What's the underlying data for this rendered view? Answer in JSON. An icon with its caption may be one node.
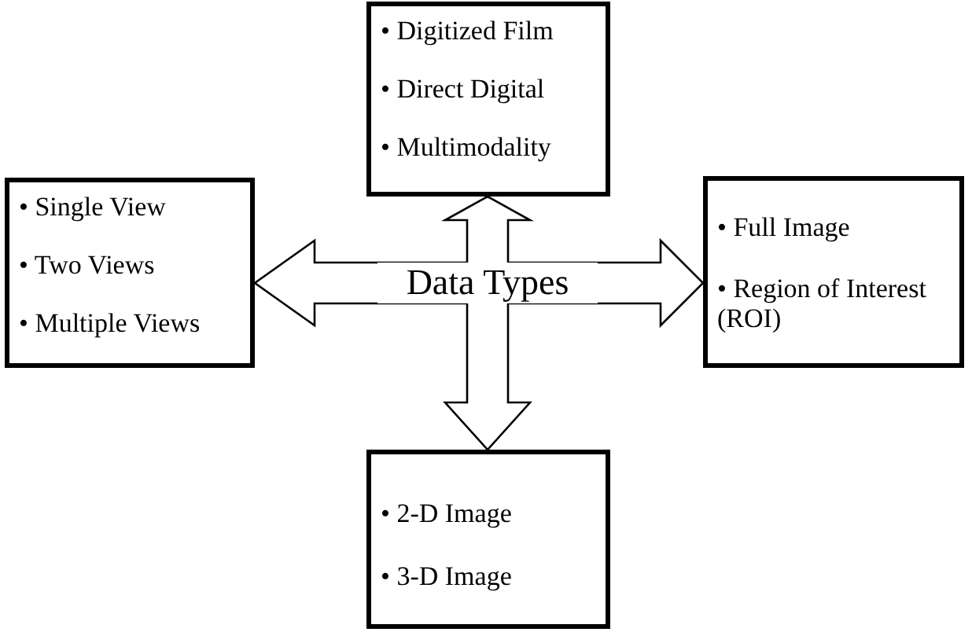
{
  "diagram": {
    "nodes": [
      {
        "text": [
          "Data Types"
        ]
      },
      {
        "text": [
          "• Digitized Film",
          "• Direct Digital",
          "• Multimodality"
        ]
      },
      {
        "text": [
          "• Single View",
          "• Two Views",
          "• Multiple Views"
        ]
      },
      {
        "text": [
          "• Full Image",
          "• Region of Interest (ROI)"
        ]
      },
      {
        "text": [
          "• 2-D Image",
          "• 3-D Image"
        ]
      }
    ],
    "edges": [
      {
        "from": 0,
        "to": 1,
        "arrow": "to"
      },
      {
        "from": 0,
        "to": 2,
        "arrow": "to"
      },
      {
        "from": 0,
        "to": 3,
        "arrow": "to"
      },
      {
        "from": 0,
        "to": 4,
        "arrow": "to"
      }
    ]
  }
}
